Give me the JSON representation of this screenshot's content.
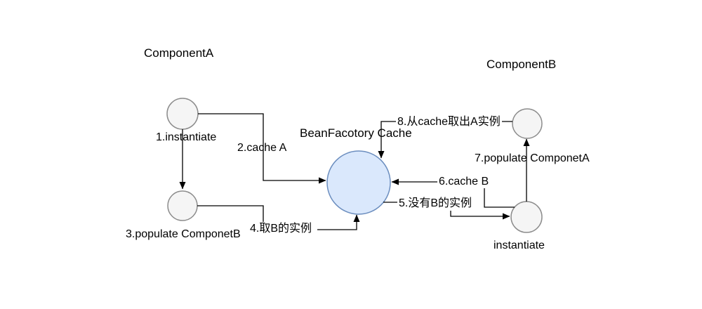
{
  "diagram": {
    "titles": {
      "component_a": "ComponentA",
      "component_b": "ComponentB",
      "cache": "BeanFacotory Cache"
    },
    "steps": {
      "step1": "1.instantiate",
      "step2": "2.cache A",
      "step3": "3.populate ComponetB",
      "step4": "4.取B的实例",
      "step5": "5.没有B的实例",
      "step6": "6.cache B",
      "step7": "7.populate ComponetA",
      "step8": "8.从cache取出A实例",
      "instantiate_b": "instantiate"
    },
    "colors": {
      "background": "#ffffff",
      "cache_fill": "#dae8fc",
      "cache_stroke": "#6c8ebf",
      "node_fill": "#f5f5f5",
      "node_stroke": "#8c8c8c",
      "line": "#000000"
    }
  }
}
